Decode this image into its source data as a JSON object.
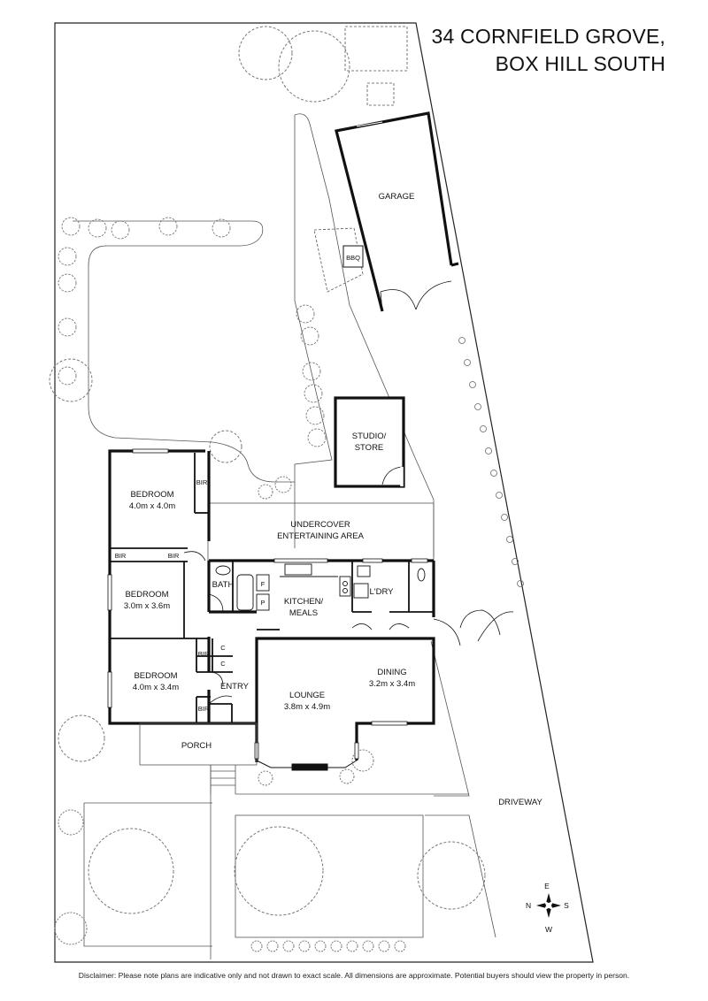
{
  "title": {
    "line1": "34 CORNFIELD GROVE,",
    "line2": "BOX HILL SOUTH"
  },
  "rooms": {
    "garage": "GARAGE",
    "bbq": "BBQ",
    "studio_line1": "STUDIO/",
    "studio_line2": "STORE",
    "bedroom1_name": "BEDROOM",
    "bedroom1_size": "4.0m x 4.0m",
    "bedroom2_name": "BEDROOM",
    "bedroom2_size": "3.0m x 3.6m",
    "bedroom3_name": "BEDROOM",
    "bedroom3_size": "4.0m x 3.4m",
    "bir1": "BIR",
    "bir2": "BIR",
    "bir3": "BIR",
    "bir4": "BIR",
    "bir5": "BIR",
    "undercover_line1": "UNDERCOVER",
    "undercover_line2": "ENTERTAINING AREA",
    "bath": "BATH",
    "pantry_f": "F",
    "pantry_p": "P",
    "kitchen_line1": "KITCHEN/",
    "kitchen_line2": "MEALS",
    "laundry": "L'DRY",
    "entry": "ENTRY",
    "cupboard1": "C",
    "cupboard2": "C",
    "lounge_name": "LOUNGE",
    "lounge_size": "3.8m x 4.9m",
    "dining_name": "DINING",
    "dining_size": "3.2m x 3.4m",
    "porch": "PORCH",
    "driveway": "DRIVEWAY"
  },
  "compass": {
    "north": "N",
    "east": "E",
    "south": "S",
    "west": "W"
  },
  "disclaimer": "Disclaimer: Please note plans are indicative only and not drawn to exact scale. All dimensions are approximate. Potential buyers should view the property in person."
}
